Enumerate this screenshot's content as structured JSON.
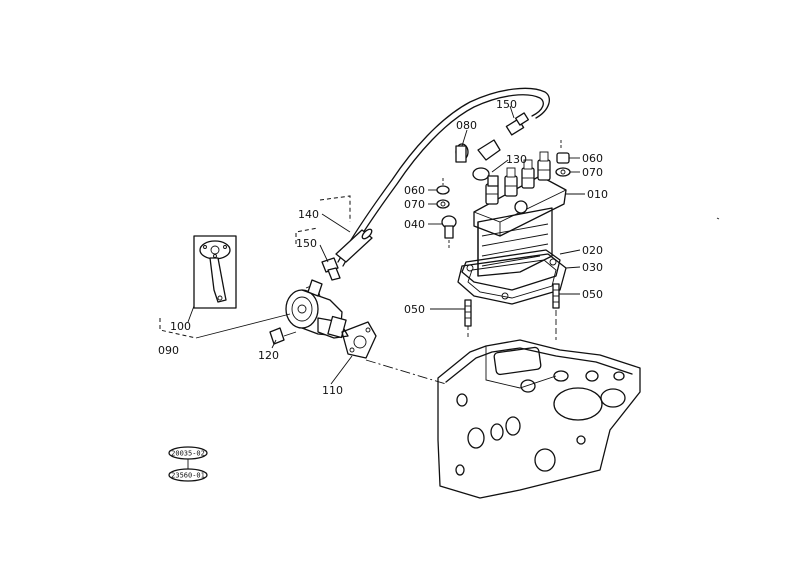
{
  "labels": {
    "p010": "010",
    "p020": "020",
    "p030": "030",
    "p040": "040",
    "p050_left": "050",
    "p050_right": "050",
    "p060_left": "060",
    "p060_right": "060",
    "p070_left": "070",
    "p070_right": "070",
    "p080": "080",
    "p090": "090",
    "p100": "100",
    "p110": "110",
    "p120": "120",
    "p130": "130",
    "p140": "140",
    "p150_top": "150",
    "p150_left": "150"
  },
  "refs": {
    "ref_top": "20035-02",
    "ref_bottom": "23560-01"
  }
}
